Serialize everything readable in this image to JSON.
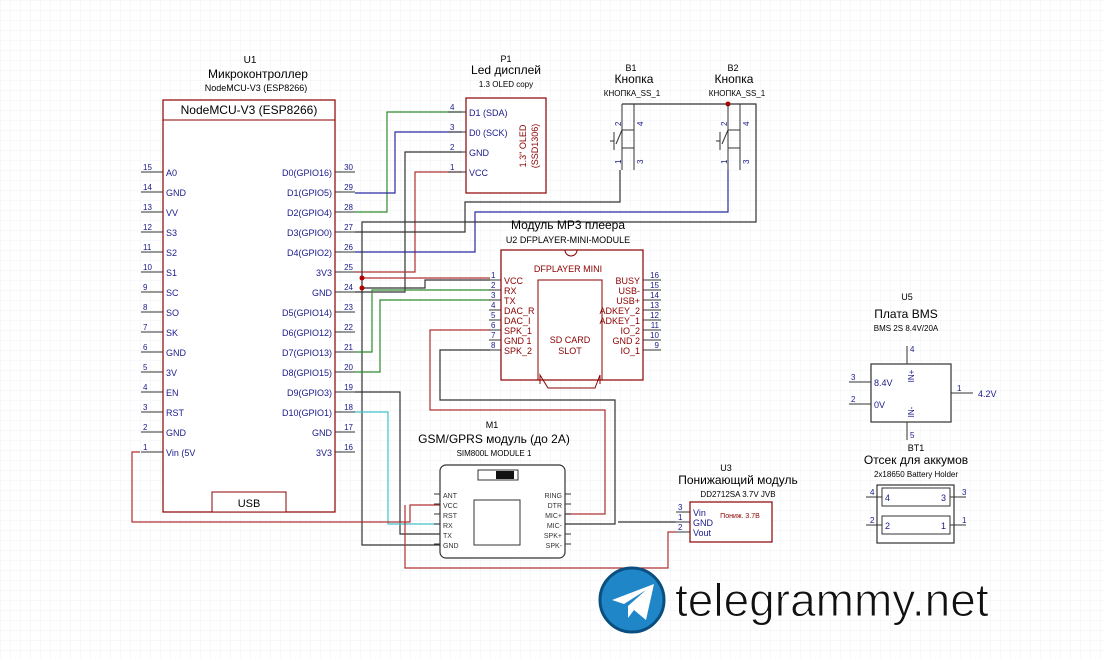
{
  "u1": {
    "ref": "U1",
    "title": "Микроконтроллер",
    "part": "NodeMCU-V3 (ESP8266)",
    "body_label": "NodeMCU-V3 (ESP8266)",
    "usb": "USB",
    "left_pins": [
      {
        "num": "15",
        "name": "A0"
      },
      {
        "num": "14",
        "name": "GND"
      },
      {
        "num": "13",
        "name": "VV"
      },
      {
        "num": "12",
        "name": "S3"
      },
      {
        "num": "11",
        "name": "S2"
      },
      {
        "num": "10",
        "name": "S1"
      },
      {
        "num": "9",
        "name": "SC"
      },
      {
        "num": "8",
        "name": "SO"
      },
      {
        "num": "7",
        "name": "SK"
      },
      {
        "num": "6",
        "name": "GND"
      },
      {
        "num": "5",
        "name": "3V"
      },
      {
        "num": "4",
        "name": "EN"
      },
      {
        "num": "3",
        "name": "RST"
      },
      {
        "num": "2",
        "name": "GND"
      },
      {
        "num": "1",
        "name": "Vin (5V"
      }
    ],
    "right_pins": [
      {
        "num": "30",
        "name": "D0(GPIO16)"
      },
      {
        "num": "29",
        "name": "D1(GPIO5)"
      },
      {
        "num": "28",
        "name": "D2(GPIO4)"
      },
      {
        "num": "27",
        "name": "D3(GPIO0)"
      },
      {
        "num": "26",
        "name": "D4(GPIO2)"
      },
      {
        "num": "25",
        "name": "3V3"
      },
      {
        "num": "24",
        "name": "GND"
      },
      {
        "num": "23",
        "name": "D5(GPIO14)"
      },
      {
        "num": "22",
        "name": "D6(GPIO12)"
      },
      {
        "num": "21",
        "name": "D7(GPIO13)"
      },
      {
        "num": "20",
        "name": "D8(GPIO15)"
      },
      {
        "num": "19",
        "name": "D9(GPIO3)"
      },
      {
        "num": "18",
        "name": "D10(GPIO1)"
      },
      {
        "num": "17",
        "name": "GND"
      },
      {
        "num": "16",
        "name": "3V3"
      }
    ]
  },
  "p1": {
    "ref": "P1",
    "title": "Led дисплей",
    "part": "1.3 OLED copy",
    "inner_label_1": "1.3\" OLED",
    "inner_label_2": "(SSD1306)",
    "pins": [
      {
        "num": "4",
        "name": "D1 (SDA)"
      },
      {
        "num": "3",
        "name": "D0 (SCK)"
      },
      {
        "num": "2",
        "name": "GND"
      },
      {
        "num": "1",
        "name": "VCC"
      }
    ]
  },
  "b1": {
    "ref": "B1",
    "title": "Кнопка",
    "part": "КНОПКА_SS_1",
    "pins": [
      "2",
      "4",
      "1",
      "3"
    ]
  },
  "b2": {
    "ref": "B2",
    "title": "Кнопка",
    "part": "КНОПКА_SS_1",
    "pins": [
      "2",
      "4",
      "1",
      "3"
    ]
  },
  "u2": {
    "title": "Модуль МР3 плеера",
    "ref_part": "U2  DFPLAYER-MINI-MODULE",
    "inner_title": "DFPLAYER MINI",
    "slot_1": "SD CARD",
    "slot_2": "SLOT",
    "left_pins": [
      {
        "num": "1",
        "name": "VCC"
      },
      {
        "num": "2",
        "name": "RX"
      },
      {
        "num": "3",
        "name": "TX"
      },
      {
        "num": "4",
        "name": "DAC_R"
      },
      {
        "num": "5",
        "name": "DAC_I"
      },
      {
        "num": "6",
        "name": "SPK_1"
      },
      {
        "num": "7",
        "name": "GND 1"
      },
      {
        "num": "8",
        "name": "SPK_2"
      }
    ],
    "right_pins": [
      {
        "num": "16",
        "name": "BUSY"
      },
      {
        "num": "15",
        "name": "USB-"
      },
      {
        "num": "14",
        "name": "USB+"
      },
      {
        "num": "13",
        "name": "ADKEY_2"
      },
      {
        "num": "12",
        "name": "ADKEY_1"
      },
      {
        "num": "11",
        "name": "IO_2"
      },
      {
        "num": "10",
        "name": "GND 2"
      },
      {
        "num": "9",
        "name": "IO_1"
      }
    ]
  },
  "m1": {
    "ref": "M1",
    "title": "GSM/GPRS модуль (до 2А)",
    "part": "SIM800L MODULE 1",
    "left_pins": [
      "ANT",
      "VCC",
      "RST",
      "RX",
      "TX",
      "GND"
    ],
    "right_pins": [
      "RING",
      "DTR",
      "MIC+",
      "MIC-",
      "SPK+",
      "SPK-"
    ]
  },
  "u3": {
    "ref": "U3",
    "title": "Понижающий модуль",
    "part": "DD2712SA 3.7V JVB",
    "body": "Пониж. 3.7В",
    "pins": [
      {
        "num": "3",
        "name": "Vin"
      },
      {
        "num": "1",
        "name": "GND"
      },
      {
        "num": "2",
        "name": "Vout"
      }
    ]
  },
  "u5": {
    "ref": "U5",
    "title": "Плата BMS",
    "part": "BMS 2S 8.4V/20A",
    "pin_in_plus": "IN+",
    "pin_in_minus": "IN-",
    "left_pins": [
      {
        "num": "3",
        "name": "8.4V"
      },
      {
        "num": "2",
        "name": "0V"
      }
    ],
    "top_num": "4",
    "bottom_num": "5",
    "right_num": "1",
    "right_label": "4.2V"
  },
  "bt1": {
    "ref": "BT1",
    "title": "Отсек для аккумов",
    "part": "2x18650 Battery Holder",
    "cells": [
      {
        "l": "4",
        "r": "3"
      },
      {
        "l": "2",
        "r": "1"
      }
    ]
  },
  "watermark": "telegrammy.net",
  "colors": {
    "body_line": "#8b0000",
    "pin_text": "#1a1a8c",
    "wire_green": "#2e8b2e",
    "wire_blue": "#2a2aa0",
    "wire_dark": "#333333",
    "wire_red": "#b03030",
    "wire_cyan": "#40c0c8",
    "junction": "#b00000"
  }
}
